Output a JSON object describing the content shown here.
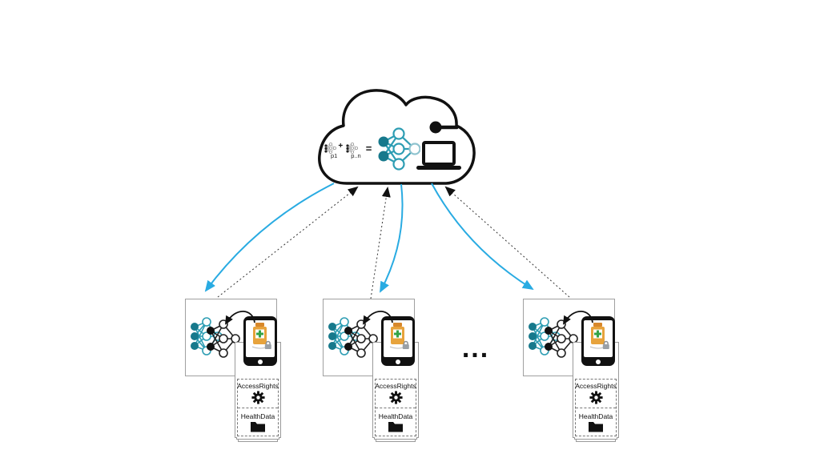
{
  "cloud": {
    "formula": {
      "p1_label": "p1",
      "plus": "+",
      "pn_label": "p..n",
      "equals": "="
    },
    "icons": {
      "global_model": "neural-network-icon",
      "key": "key-icon",
      "laptop": "laptop-icon"
    }
  },
  "ellipsis": "...",
  "clients": [
    {
      "sections": [
        {
          "label": "AccessRights",
          "icon": "gear-icon"
        },
        {
          "label": "HealthData",
          "icon": "folder-icon"
        }
      ]
    },
    {
      "sections": [
        {
          "label": "AccessRights",
          "icon": "gear-icon"
        },
        {
          "label": "HealthData",
          "icon": "folder-icon"
        }
      ]
    },
    {
      "sections": [
        {
          "label": "AccessRights",
          "icon": "gear-icon"
        },
        {
          "label": "HealthData",
          "icon": "folder-icon"
        }
      ]
    }
  ],
  "colors": {
    "teal_fill": "#17798C",
    "teal_stroke": "#2D9DB3",
    "arrow_blue": "#29ABE2",
    "bottle_orange": "#E7A33C",
    "cross_green": "#35A347"
  }
}
